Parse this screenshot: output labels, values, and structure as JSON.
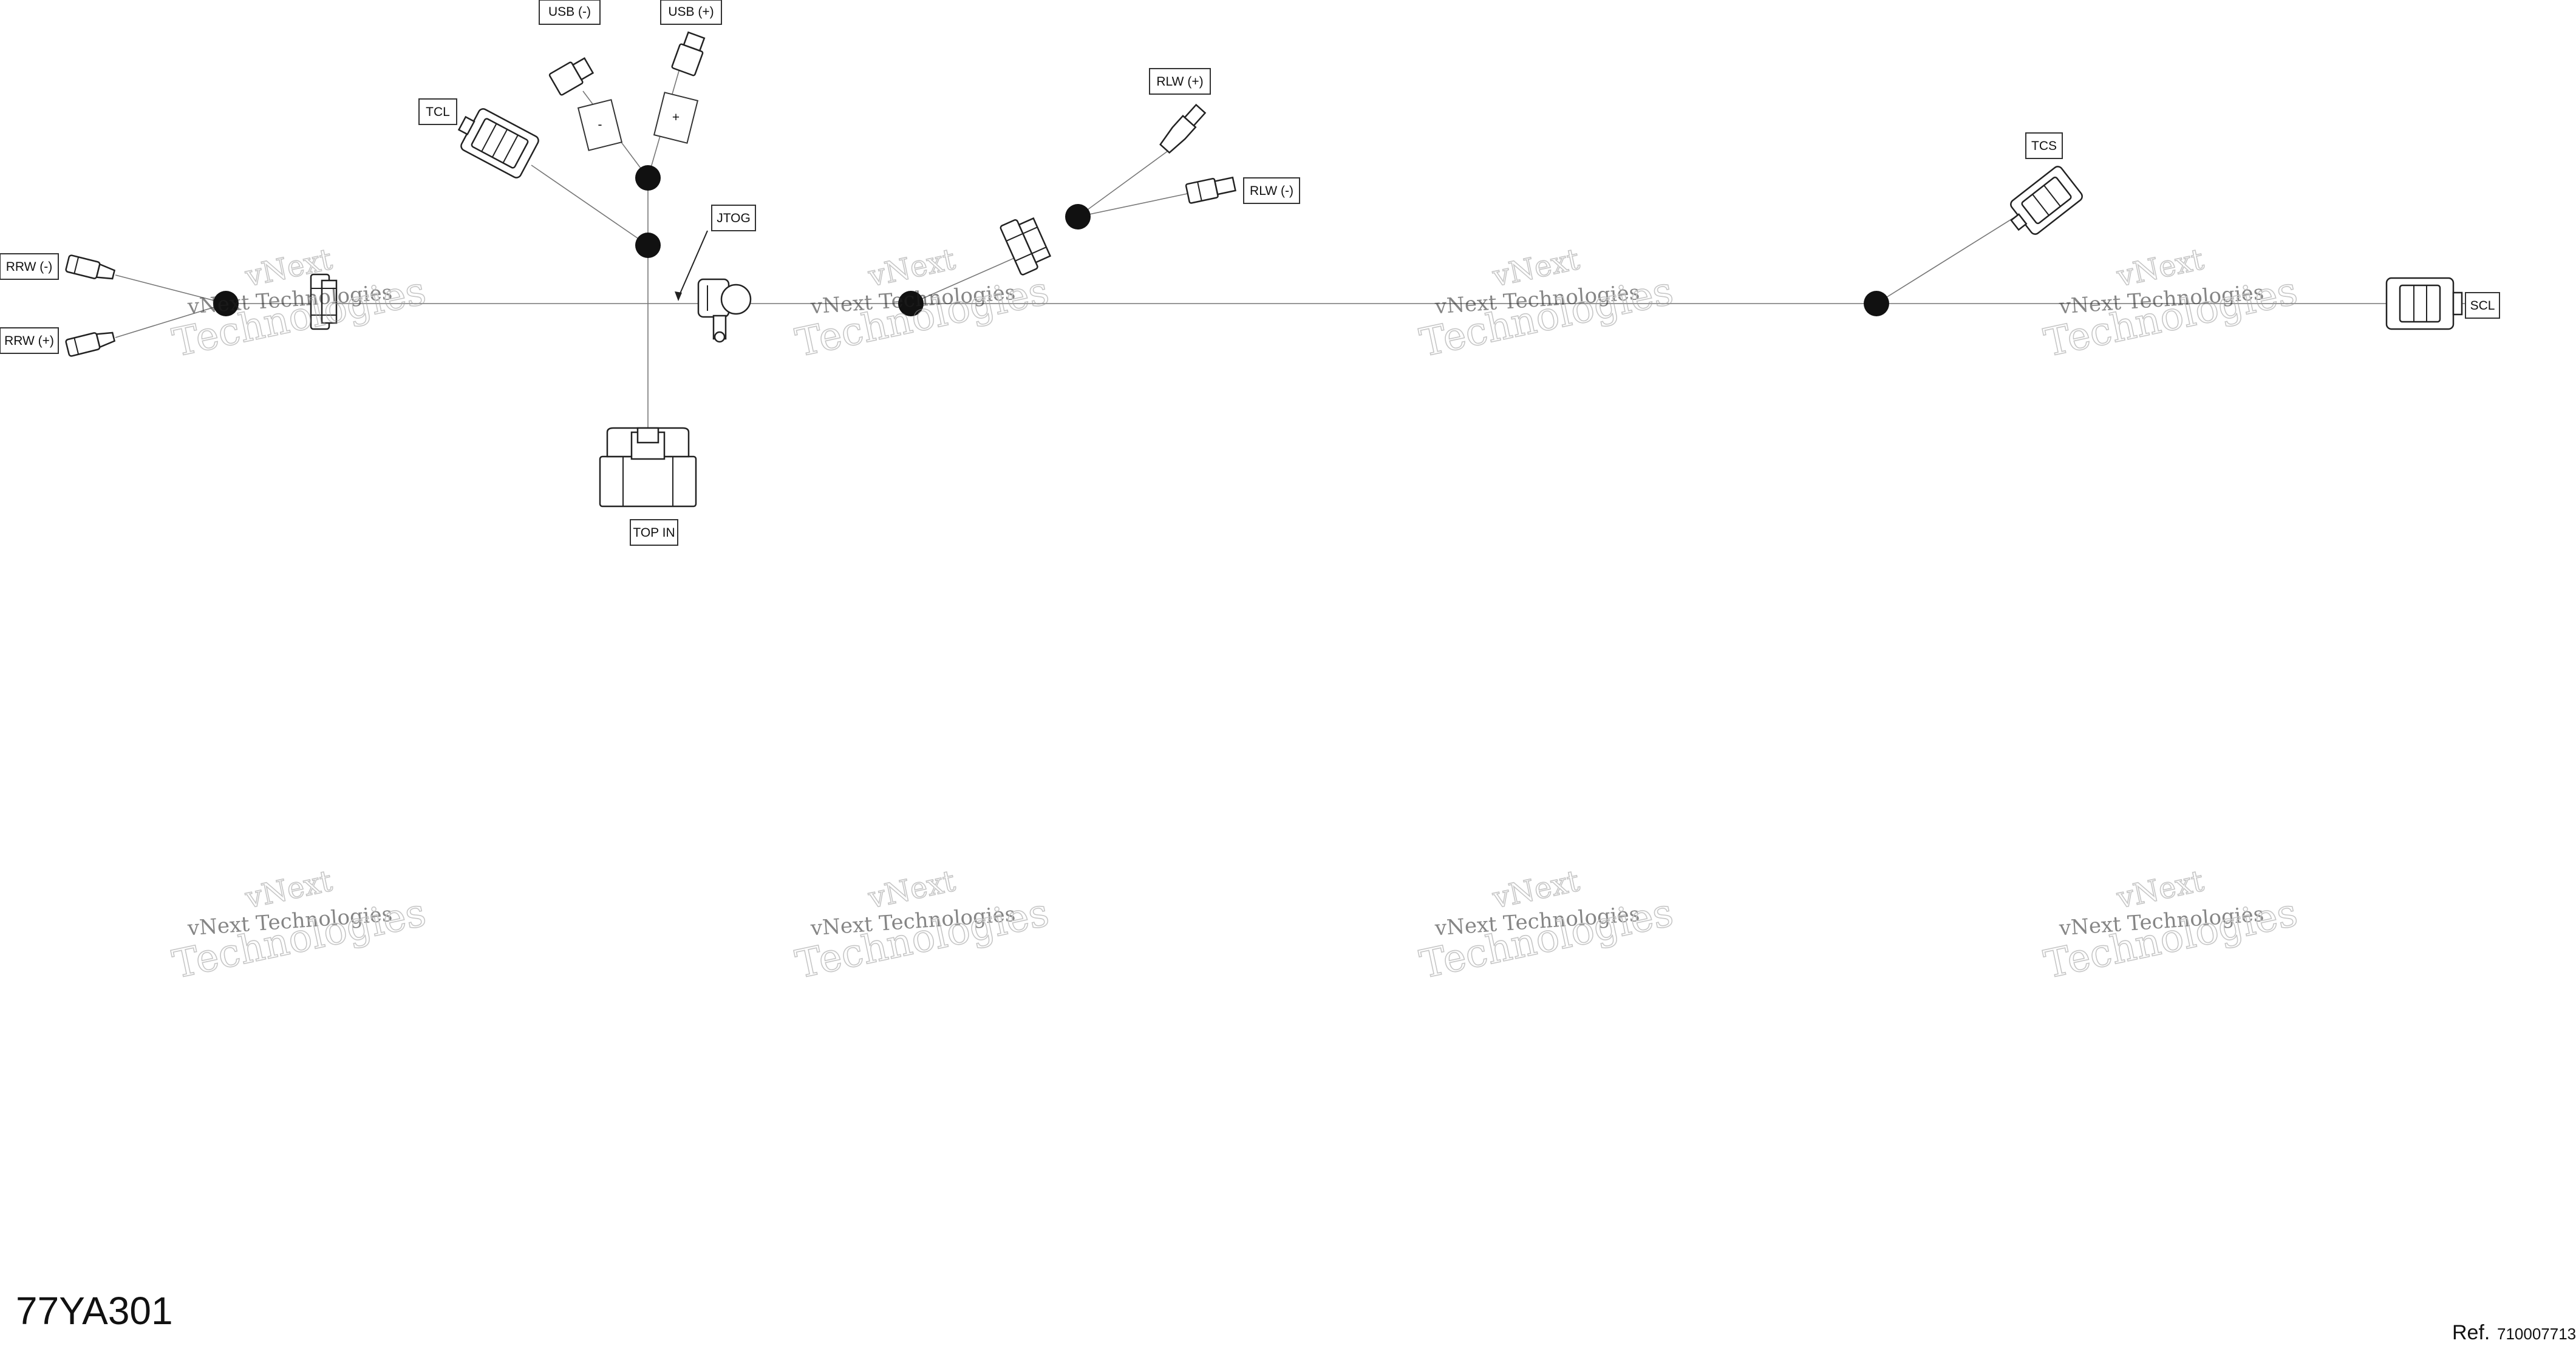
{
  "diagram": {
    "part_number": "77YA301",
    "ref_label": "Ref.",
    "ref_number": "710007713",
    "watermark_lines": [
      "vNext",
      "vNext Technologies",
      "Technologies"
    ],
    "connectors": {
      "rrw_neg": "RRW (-)",
      "rrw_pos": "RRW (+)",
      "tcl": "TCL",
      "usb_neg": "USB (-)",
      "usb_pos": "USB (+)",
      "jtog": "JTOG",
      "top_in": "TOP IN",
      "rlw_pos": "RLW (+)",
      "rlw_neg": "RLW (-)",
      "tcs": "TCS",
      "scl": "SCL"
    },
    "wire_marks": {
      "minus": "-",
      "plus": "+"
    }
  }
}
